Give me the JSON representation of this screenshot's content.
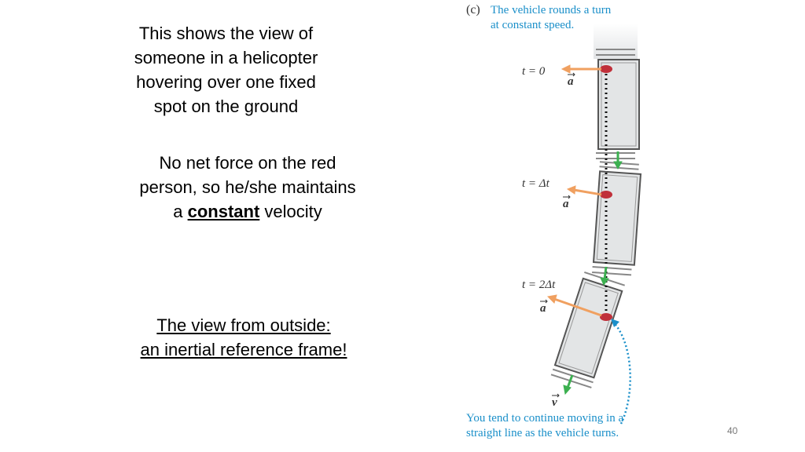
{
  "text1": {
    "lines": [
      "This shows the view of",
      "someone in a helicopter",
      "hovering over one fixed",
      "spot on the ground"
    ]
  },
  "text2": {
    "line1": "No net force on the red",
    "line2": "person, so he/she maintains",
    "line3_pre": "a ",
    "line3_bold": "constant",
    "line3_post": " velocity"
  },
  "text3": {
    "line1": "The view from outside:",
    "line2": "an inertial reference frame!"
  },
  "figure": {
    "part_label": "(c)",
    "caption_top_1": "The vehicle rounds a turn",
    "caption_top_2": "at constant speed.",
    "t0": "t = 0",
    "t1": "t = Δt",
    "t2": "t = 2Δt",
    "accel_symbol": "a",
    "vel_symbol": "v",
    "caption_bottom_1": "You tend to continue moving in a",
    "caption_bottom_2": "straight line as the vehicle turns.",
    "caption_color": "#1a8fc9",
    "arrow_accel_color": "#f0a060",
    "arrow_vel_color": "#3cb050",
    "person_color": "#c0303a"
  },
  "page_number": "40"
}
